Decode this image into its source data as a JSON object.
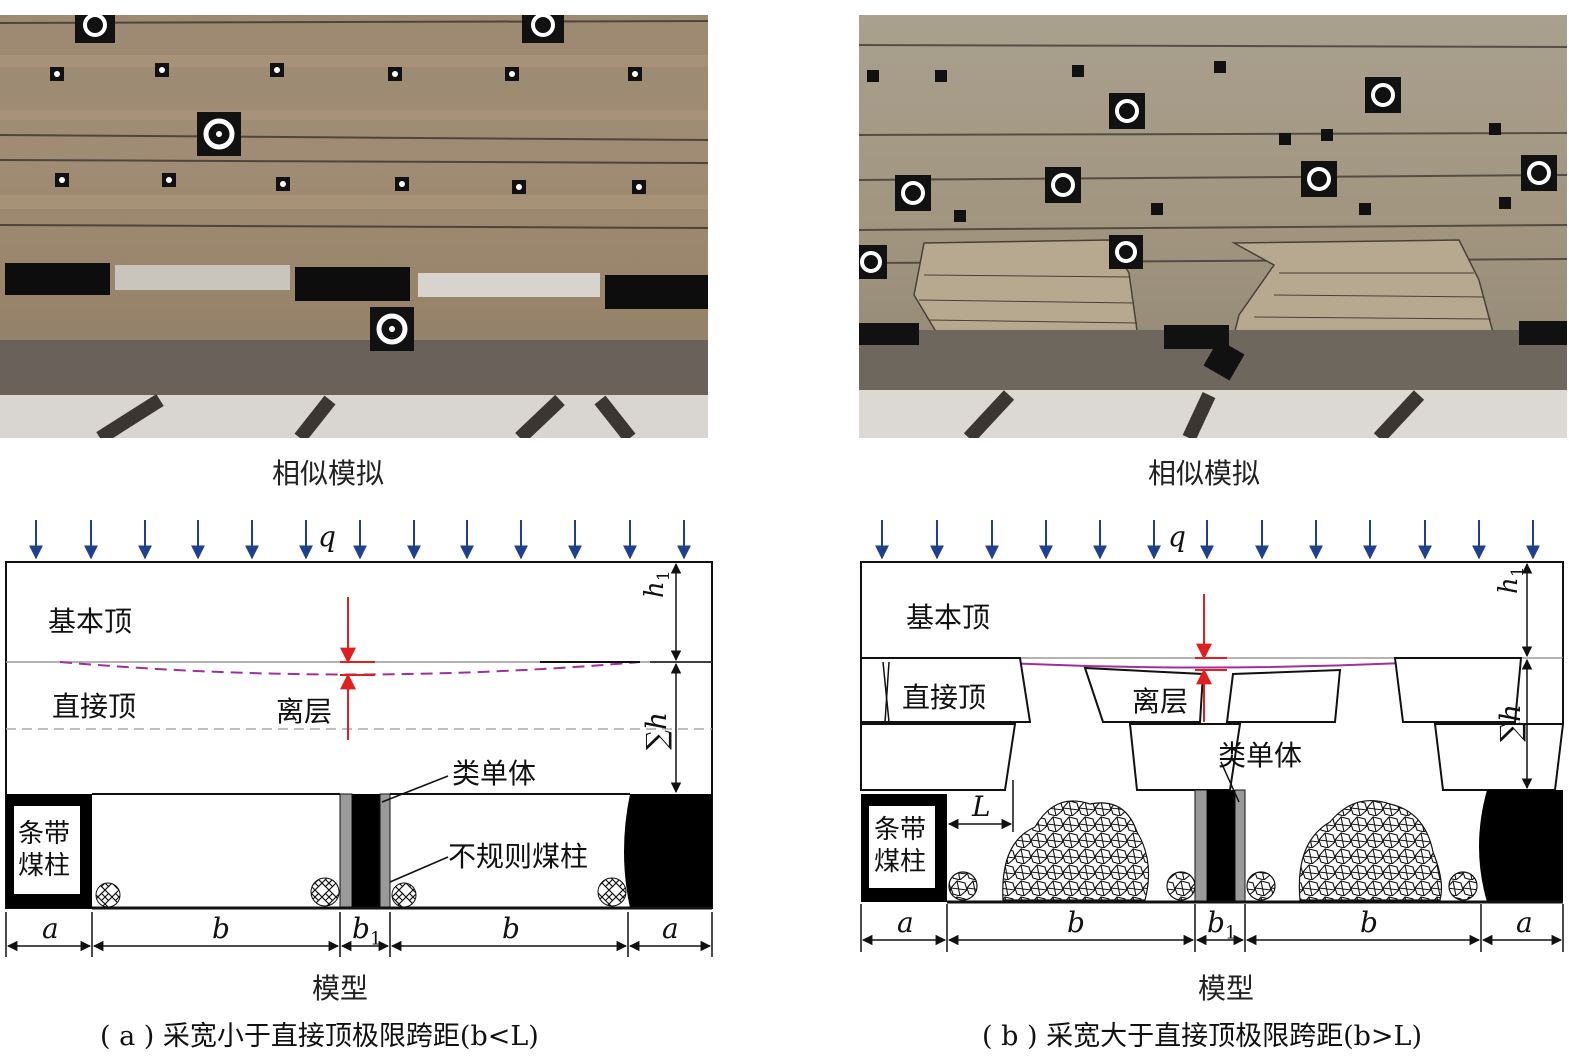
{
  "panel_a": {
    "photo_caption": "相似模拟",
    "labels": {
      "basic_roof": "基本顶",
      "direct_roof": "直接顶",
      "separation": "离层",
      "quasi_unit": "类单体",
      "irregular_pillar": "不规则煤柱",
      "strip_pillar": "条带\n煤柱",
      "load": "q",
      "h1": "h",
      "h1_sub": "1",
      "sum_h": "∑h",
      "dim_a": "a",
      "dim_b": "b",
      "dim_b1": "b",
      "dim_b1_sub": "1"
    },
    "model_caption": "模型",
    "subcaption": "( a ) 采宽小于直接顶极限跨距(b<L)"
  },
  "panel_b": {
    "photo_caption": "相似模拟",
    "labels": {
      "basic_roof": "基本顶",
      "direct_roof": "直接顶",
      "separation": "离层",
      "quasi_unit": "类单体",
      "strip_pillar": "条带\n煤柱",
      "load": "q",
      "limit_span": "L",
      "h1": "h",
      "h1_sub": "1",
      "sum_h": "∑h",
      "dim_a": "a",
      "dim_b": "b",
      "dim_b1": "b",
      "dim_b1_sub": "1"
    },
    "model_caption": "模型",
    "subcaption": "( b ) 采宽大于直接顶极限跨距(b>L)"
  },
  "colors": {
    "load_arrow": "#1f3f8f",
    "separation_arrow": "#e02020",
    "deflection_curve": "#a0309c",
    "pillar": "#000000",
    "quasi_unit_side": "#9a9a9a"
  }
}
